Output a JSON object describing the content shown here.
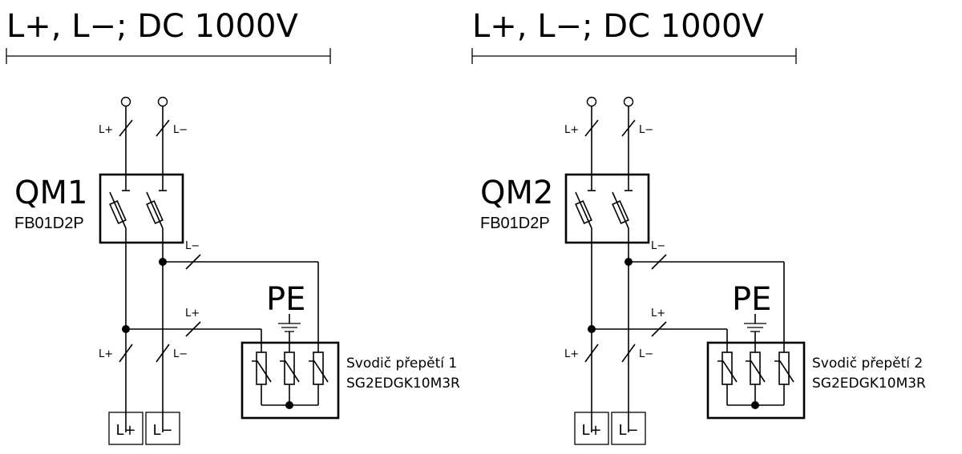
{
  "colors": {
    "line": "#000000",
    "background": "#ffffff"
  },
  "panels": [
    {
      "title": "L+, L−; DC 1000V",
      "breaker": {
        "tag": "QM1",
        "model": "FB01D2P"
      },
      "wire_labels": {
        "top_plus": "L+",
        "top_minus": "L−",
        "branch_minus": "L−",
        "branch_plus": "L+",
        "bottom_plus": "L+",
        "bottom_minus": "L−"
      },
      "pe_label": "PE",
      "spd": {
        "name": "Svodič přepětí 1",
        "model": "SG2EDGK10M3R"
      },
      "terminals": [
        "L+",
        "L−"
      ]
    },
    {
      "title": "L+, L−; DC 1000V",
      "breaker": {
        "tag": "QM2",
        "model": "FB01D2P"
      },
      "wire_labels": {
        "top_plus": "L+",
        "top_minus": "L−",
        "branch_minus": "L−",
        "branch_plus": "L+",
        "bottom_plus": "L+",
        "bottom_minus": "L−"
      },
      "pe_label": "PE",
      "spd": {
        "name": "Svodič přepětí 2",
        "model": "SG2EDGK10M3R"
      },
      "terminals": [
        "L+",
        "L−"
      ]
    }
  ]
}
